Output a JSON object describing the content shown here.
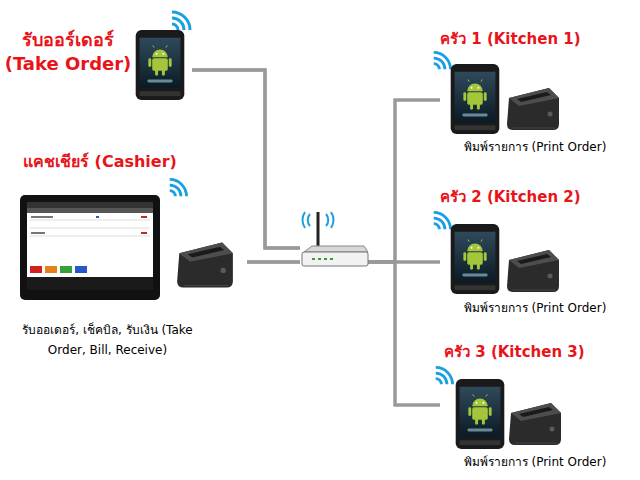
{
  "diagram": {
    "nodes": [
      {
        "text": [
          "รับออร์เดอร์ (Take Order)"
        ]
      },
      {
        "text": [
          "แคชเชียร์ (Cashier)",
          "รับออเดอร์, เช็คบิล, รับเงิน (Take Order, Bill, Receive)"
        ]
      },
      {
        "text": [
          "ครัว 1 (Kitchen 1)",
          "พิมพ์รายการ (Print Order)"
        ]
      },
      {
        "text": [
          "ครัว 2 (Kitchen 2)",
          "พิมพ์รายการ (Print Order)"
        ]
      },
      {
        "text": [
          "ครัว 3 (Kitchen 3)",
          "พิมพ์รายการ (Print Order)"
        ]
      }
    ],
    "edges": [
      {
        "from": 0,
        "to": 2,
        "arrow": "none"
      },
      {
        "from": 0,
        "to": 3,
        "arrow": "none"
      },
      {
        "from": 0,
        "to": 4,
        "arrow": "none"
      },
      {
        "from": 1,
        "to": 2,
        "arrow": "none"
      },
      {
        "from": 1,
        "to": 3,
        "arrow": "none"
      },
      {
        "from": 1,
        "to": 4,
        "arrow": "none"
      }
    ]
  }
}
